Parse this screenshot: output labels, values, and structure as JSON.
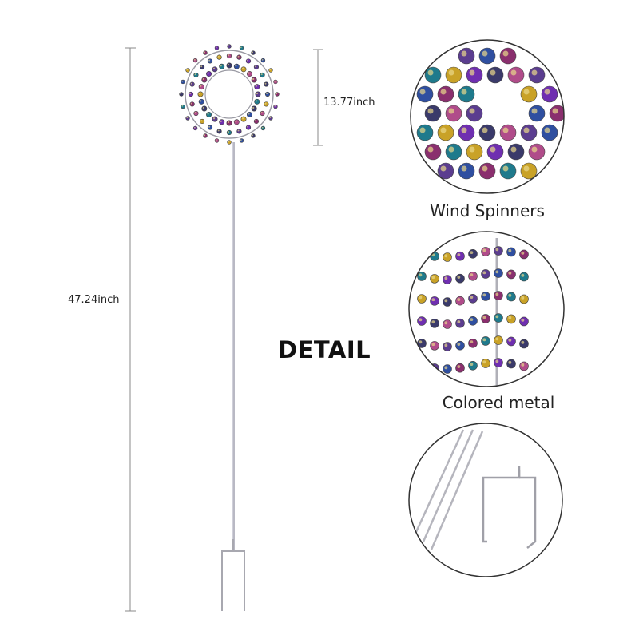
{
  "dimensions": {
    "height_label": "47.24inch",
    "width_label": "13.77inch"
  },
  "detail_title": "DETAIL",
  "detail_views": [
    {
      "caption": "Wind Spinners"
    },
    {
      "caption": "Colored metal"
    },
    {
      "caption": ""
    }
  ],
  "colors": {
    "bead_palette": [
      "#5b3d8f",
      "#2f4fa0",
      "#8a2f6e",
      "#1f7a8c",
      "#c9a227",
      "#6f2fb0",
      "#3a3a6a",
      "#b04c8a"
    ],
    "frame": "#9a9aa3",
    "text": "#222222"
  }
}
